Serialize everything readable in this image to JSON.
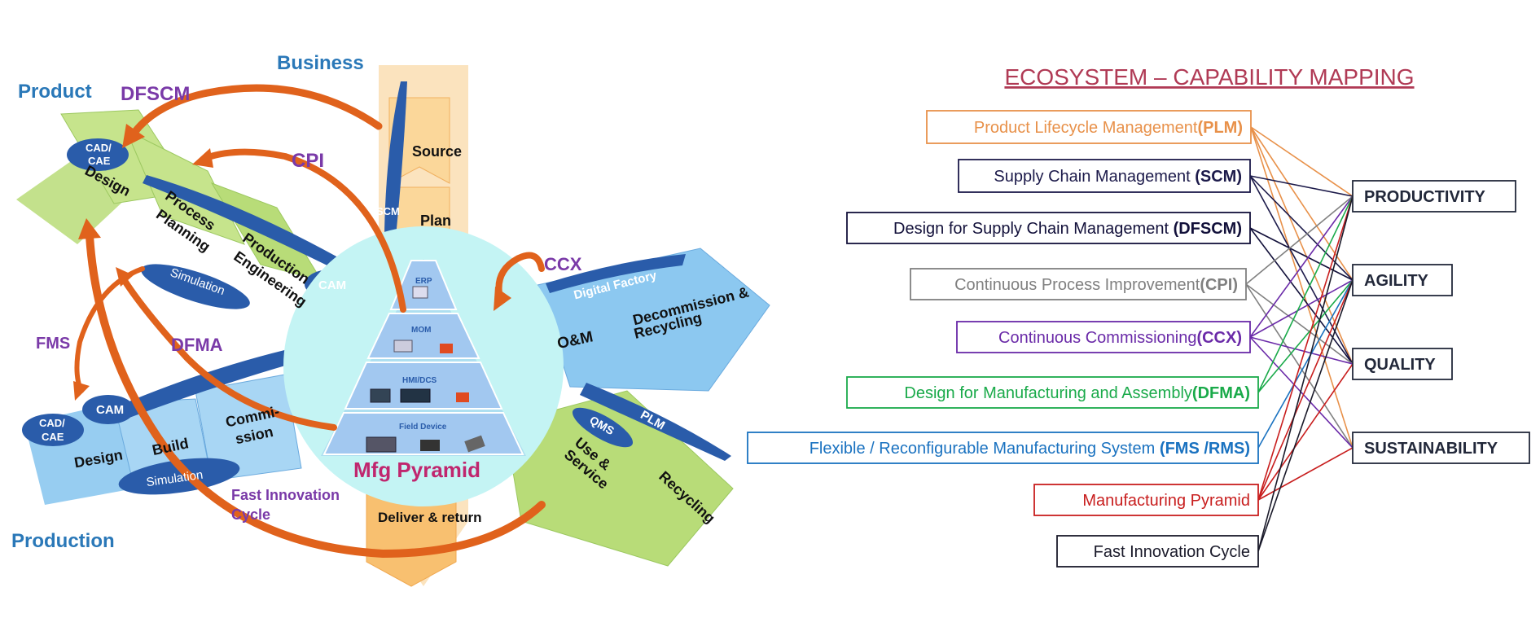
{
  "title": "ECOSYSTEM – CAPABILITY MAPPING",
  "colors": {
    "title": "#b03a55",
    "plm": "#e8914a",
    "scm": "#1c1a4a",
    "dfscm": "#12103a",
    "cpi": "#808080",
    "ccx": "#6a2aa8",
    "dfma": "#1aaa4a",
    "fms": "#1a72c0",
    "pyramid": "#c81e1e",
    "fic": "#1a1a2a",
    "cap": "#22283a",
    "dark_blue": "#2a5caa",
    "orange_arrow": "#e0621c",
    "light_green": "#b8dc78",
    "light_blue": "#8cc8f0",
    "light_orange": "#f8cc88",
    "cyan": "#c4f4f4",
    "purple_label": "#7a3aa8",
    "blue_label": "#2a78b8"
  },
  "ecosystems": [
    {
      "id": "plm",
      "name": "Product Lifecycle Management",
      "abbr": "(PLM)",
      "color": "#e8914a",
      "links": [
        "productivity",
        "agility",
        "quality",
        "sustainability"
      ]
    },
    {
      "id": "scm",
      "name": "Supply Chain Management ",
      "abbr": "(SCM)",
      "color": "#1c1a4a",
      "links": [
        "productivity",
        "agility",
        "quality"
      ]
    },
    {
      "id": "dfscm",
      "name": "Design for Supply Chain Management ",
      "abbr": "(DFSCM)",
      "color": "#12103a",
      "links": [
        "agility",
        "quality"
      ]
    },
    {
      "id": "cpi",
      "name": "Continuous Process Improvement",
      "abbr": "(CPI)",
      "color": "#808080",
      "links": [
        "productivity",
        "quality",
        "sustainability"
      ]
    },
    {
      "id": "ccx",
      "name": "Continuous Commissioning",
      "abbr": "(CCX)",
      "color": "#6a2aa8",
      "links": [
        "productivity",
        "agility",
        "quality",
        "sustainability"
      ]
    },
    {
      "id": "dfma",
      "name": "Design for Manufacturing and Assembly",
      "abbr": "(DFMA)",
      "color": "#1aaa4a",
      "links": [
        "productivity",
        "agility"
      ]
    },
    {
      "id": "fms",
      "name": "Flexible / Reconfigurable Manufacturing System ",
      "abbr": "(FMS /RMS)",
      "color": "#1a72c0",
      "links": [
        "agility"
      ]
    },
    {
      "id": "pyramid",
      "name": "Manufacturing Pyramid",
      "abbr": "",
      "color": "#c81e1e",
      "links": [
        "productivity",
        "agility",
        "quality",
        "sustainability"
      ]
    },
    {
      "id": "fic",
      "name": "Fast Innovation Cycle",
      "abbr": "",
      "color": "#1a1a2a",
      "links": [
        "productivity",
        "agility"
      ]
    }
  ],
  "capabilities": [
    {
      "id": "productivity",
      "label": "PRODUCTIVITY"
    },
    {
      "id": "agility",
      "label": "AGILITY"
    },
    {
      "id": "quality",
      "label": "QUALITY"
    },
    {
      "id": "sustainability",
      "label": "SUSTAINABILITY"
    }
  ],
  "left_diagram": {
    "quadrant_labels": {
      "product": "Product",
      "business": "Business",
      "production": "Production"
    },
    "arrow_labels": {
      "dfscm": "DFSCM",
      "cpi": "CPI",
      "ccx": "CCX",
      "fms": "FMS",
      "dfma": "DFMA",
      "fic_line1": "Fast  Innovation",
      "fic_line2": "Cycle"
    },
    "product_chevrons": {
      "cad_cae_line1": "CAD/",
      "cad_cae_line2": "CAE",
      "design": "Design",
      "process_line1": "Process",
      "process_line2": "Planning",
      "prodeng_line1": "Production",
      "prodeng_line2": "Engineering",
      "simulation": "Simulation",
      "cam": "CAM"
    },
    "business_chevrons": {
      "scm": "SCM",
      "source": "Source",
      "plan": "Plan",
      "deliver": "Deliver & return"
    },
    "production_chevrons": {
      "cad_cae_line1": "CAD/",
      "cad_cae_line2": "CAE",
      "cam": "CAM",
      "design": "Design",
      "build": "Build",
      "commission_line1": "Commi-",
      "commission_line2": "ssion",
      "simulation": "Simulation"
    },
    "lifecycle_chevrons": {
      "digital_factory": "Digital Factory",
      "decom_line1": "Decommission &",
      "decom_line2": "Recycling",
      "om": "O&M",
      "plm": "PLM",
      "qms": "QMS",
      "use_line1": "Use &",
      "use_line2": "Service",
      "recycling": "Recycling"
    },
    "pyramid": {
      "title": "Mfg Pyramid",
      "erp": "ERP",
      "mom": "MOM",
      "hmi": "HMI/DCS",
      "field": "Field Device"
    }
  }
}
